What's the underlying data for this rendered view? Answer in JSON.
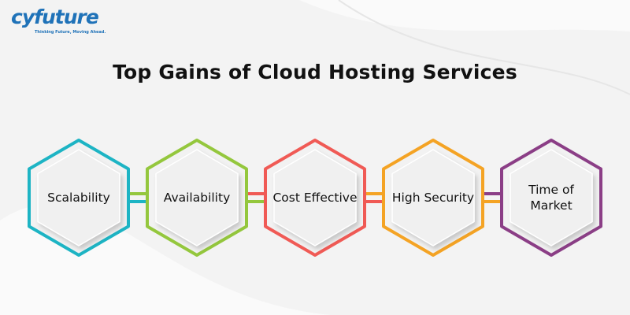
{
  "logo": {
    "name": "cyfuture",
    "tagline": "Thinking Future, Moving Ahead."
  },
  "title": "Top Gains of Cloud Hosting Services",
  "items": [
    {
      "label": "Scalability",
      "color": "#1db4c4"
    },
    {
      "label": "Availability",
      "color": "#94c73d"
    },
    {
      "label": "Cost Effective",
      "color": "#f05a55"
    },
    {
      "label": "High Security",
      "color": "#f4a324"
    },
    {
      "label": "Time of Market",
      "color": "#8b3e86"
    }
  ]
}
